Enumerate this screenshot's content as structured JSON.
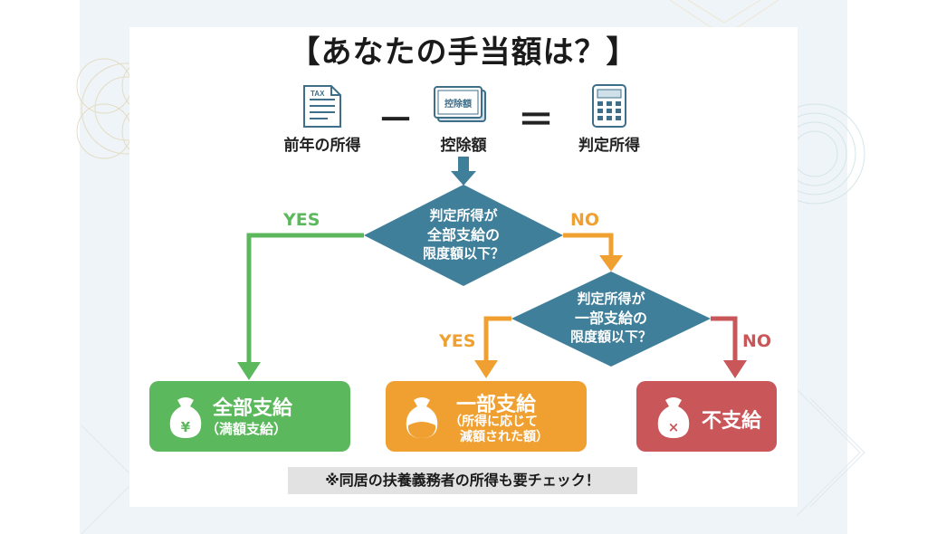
{
  "title": "【あなたの手当額は？】",
  "formula": {
    "item1": {
      "icon_text": "TAX",
      "label": "前年の所得"
    },
    "op1": "－",
    "item2": {
      "icon_text": "控除額",
      "label": "控除額"
    },
    "op2": "＝",
    "item3": {
      "label": "判定所得"
    }
  },
  "decision1": {
    "line1": "判定所得が",
    "line2": "全部支給の",
    "line3": "限度額以下？",
    "yes": "YES",
    "no": "NO"
  },
  "decision2": {
    "line1": "判定所得が",
    "line2": "一部支給の",
    "line3": "限度額以下？",
    "yes": "YES",
    "no": "NO"
  },
  "results": {
    "full": {
      "main": "全部支給",
      "sub": "（満額支給）",
      "icon_text": "¥"
    },
    "partial": {
      "main": "一部支給",
      "sub1": "（所得に応じて",
      "sub2": "減額された額）"
    },
    "none": {
      "main": "不支給",
      "icon_text": "×"
    }
  },
  "note": "※同居の扶養義務者の所得も要チェック！",
  "colors": {
    "teal": "#3f7f9a",
    "green": "#5cb85c",
    "orange": "#f0a030",
    "red": "#c9575a"
  }
}
